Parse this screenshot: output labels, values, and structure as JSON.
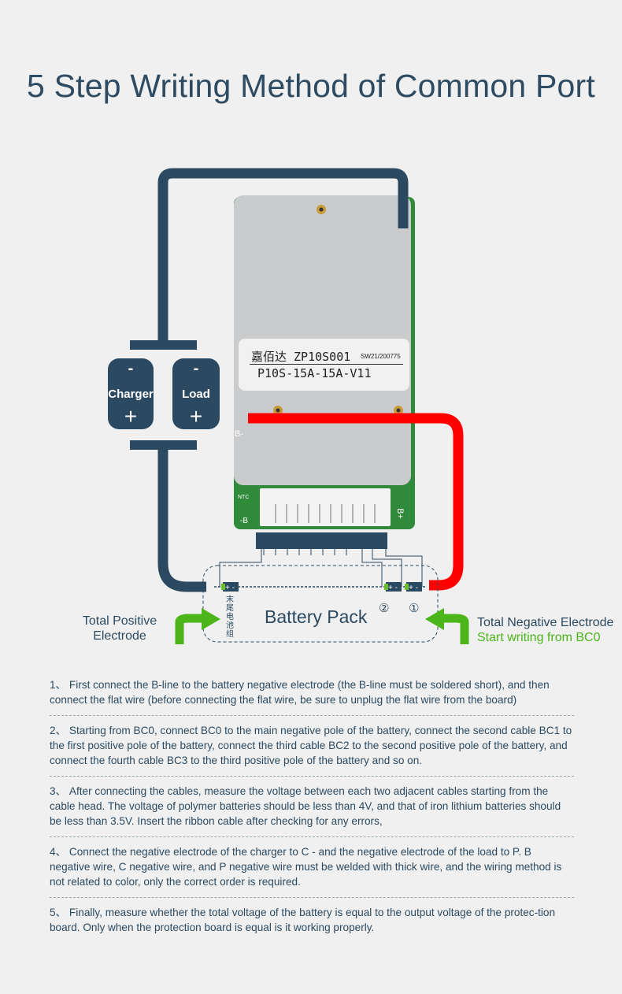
{
  "title": "5 Step Writing Method of Common Port",
  "colors": {
    "wire_dark": "#2b4a61",
    "wire_red": "#ff0000",
    "arrow_green": "#4cb51a",
    "background": "#f0f0f0"
  },
  "charger": {
    "minus": "-",
    "label": "Charger",
    "plus": "+"
  },
  "load": {
    "minus": "-",
    "label": "Load",
    "plus": "+"
  },
  "board": {
    "brand": "嘉佰达 ZP10S001",
    "serial": "SW21/200775",
    "model": "P10S-15A-15A-V11",
    "pad_b_minus": "B-",
    "ntc": "NTC",
    "b_minus_bottom": "-B",
    "b_plus": "B+"
  },
  "battery_pack": {
    "label": "Battery Pack",
    "tail_label": "末尾电池组",
    "marker_2": "②",
    "marker_1": "①",
    "cell_polarity": "+ -"
  },
  "left_label": {
    "line1": "Total Positive",
    "line2": "Electrode"
  },
  "right_label": {
    "line1": "Total Negative Electrode",
    "line2": "Start writing from BC0"
  },
  "steps": [
    "1、 First connect the B-line to the battery negative electrode (the B-line must be soldered short), and then connect the flat wire (before connecting the flat wire, be sure to unplug the flat wire from the board)",
    "2、 Starting from BC0, connect BC0 to the main negative pole of the battery, connect the second cable BC1 to the first positive pole of the battery, connect the third cable BC2 to the second positive pole of the battery, and connect the fourth cable BC3 to the third positive pole of the battery and so on.",
    "3、 After connecting the cables, measure the voltage between each two adjacent cables starting from the cable head. The voltage of polymer batteries should be less than 4V, and that of iron lithium batteries should be less than 3.5V. Insert the ribbon cable after checking for any errors,",
    "4、 Connect the negative electrode of the charger to C - and the negative electrode of the load to P. B negative wire, C negative wire, and P negative wire must be welded with thick wire, and the wiring method is not related to color, only the correct order is required.",
    "5、 Finally, measure whether the total voltage of the battery is equal to the output voltage of the protec-tion board. Only when the protection board is equal is it working properly."
  ]
}
